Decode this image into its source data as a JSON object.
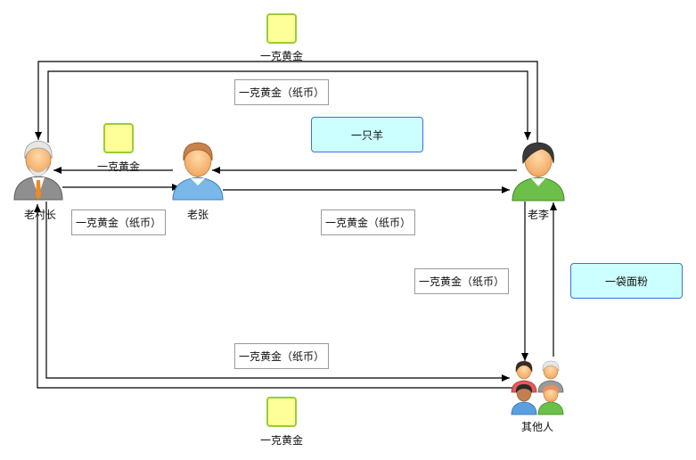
{
  "actors": {
    "chief": "老村长",
    "zhang": "老张",
    "li": "老李",
    "others": "其他人"
  },
  "labels": {
    "gold_top": "一克黄金",
    "gold_mid": "一克黄金",
    "gold_bottom": "一克黄金"
  },
  "boxes": {
    "note_top": "一克黄金（纸币）",
    "note_chief_zhang": "一克黄金（纸币）",
    "note_zhang_li": "一克黄金（纸币）",
    "note_li_others": "一克黄金（纸币）",
    "note_bottom": "一克黄金（纸币）",
    "sheep": "一只羊",
    "flour": "一袋面粉"
  },
  "colors": {
    "gold_fill": "#ffff99",
    "gold_border": "#99cc33",
    "goods_fill": "#ccffff",
    "goods_border": "#3f6fe0"
  }
}
